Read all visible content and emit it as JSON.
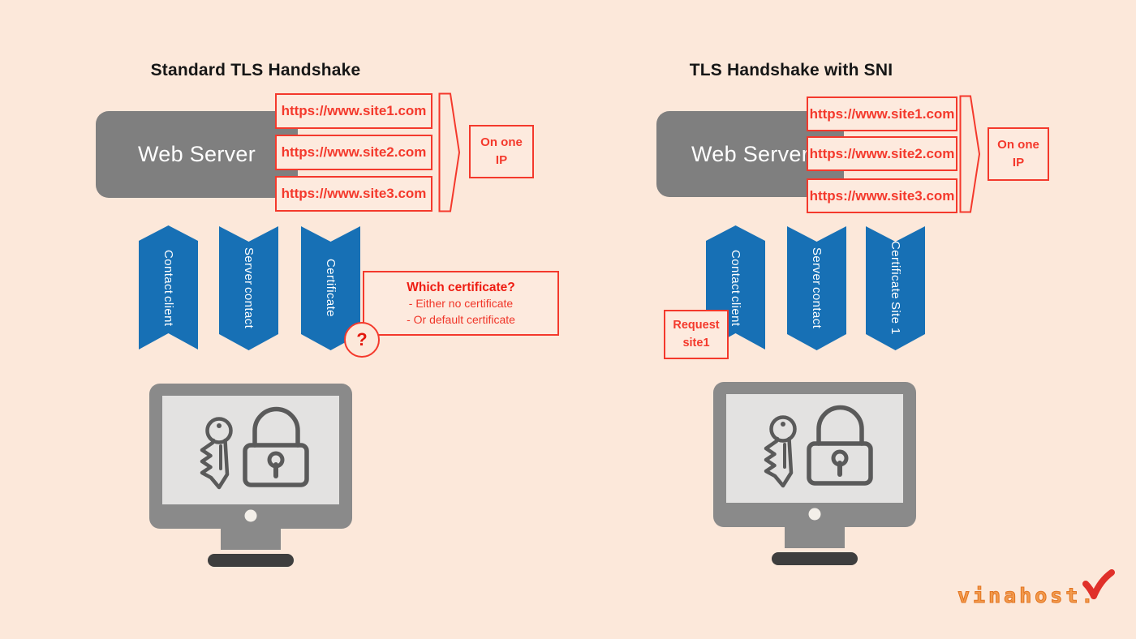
{
  "colors": {
    "background": "#fce8da",
    "accent_red": "#f4392c",
    "chevron_blue": "#1770b5",
    "server_gray": "#7f7f7f",
    "monitor_gray": "#8a8a8a",
    "title_black": "#161616",
    "logo_orange": "#f29a4d",
    "logo_mark_red": "#e0302a"
  },
  "panels": [
    {
      "title": "Standard TLS Handshake",
      "server_label": "Web Server",
      "sites": [
        "https://www.site1.com",
        "https://www.site2.com",
        "https://www.site3.com"
      ],
      "ip_note": {
        "line1": "On one",
        "line2": "IP"
      },
      "chevrons": [
        {
          "lines": [
            "Contact",
            "client"
          ],
          "direction": "up"
        },
        {
          "lines": [
            "Server",
            "contact"
          ],
          "direction": "down"
        },
        {
          "lines": [
            "Certificate"
          ],
          "direction": "down"
        }
      ],
      "callout": {
        "title": "Which certificate?",
        "items": [
          "- Either no certificate",
          "- Or default certificate"
        ]
      },
      "question_mark": "?"
    },
    {
      "title": "TLS Handshake with SNI",
      "server_label": "Web Server",
      "sites": [
        "https://www.site1.com",
        "https://www.site2.com",
        "https://www.site3.com"
      ],
      "ip_note": {
        "line1": "On one",
        "line2": "IP"
      },
      "request_note": {
        "line1": "Request",
        "line2": "site1"
      },
      "chevrons": [
        {
          "lines": [
            "Contact",
            "client"
          ],
          "direction": "up"
        },
        {
          "lines": [
            "Server",
            "contact"
          ],
          "direction": "down"
        },
        {
          "lines": [
            "Certificate",
            "Site 1"
          ],
          "direction": "down"
        }
      ]
    }
  ],
  "logo": {
    "text": "vinahost.",
    "mark": "v-check-icon"
  }
}
